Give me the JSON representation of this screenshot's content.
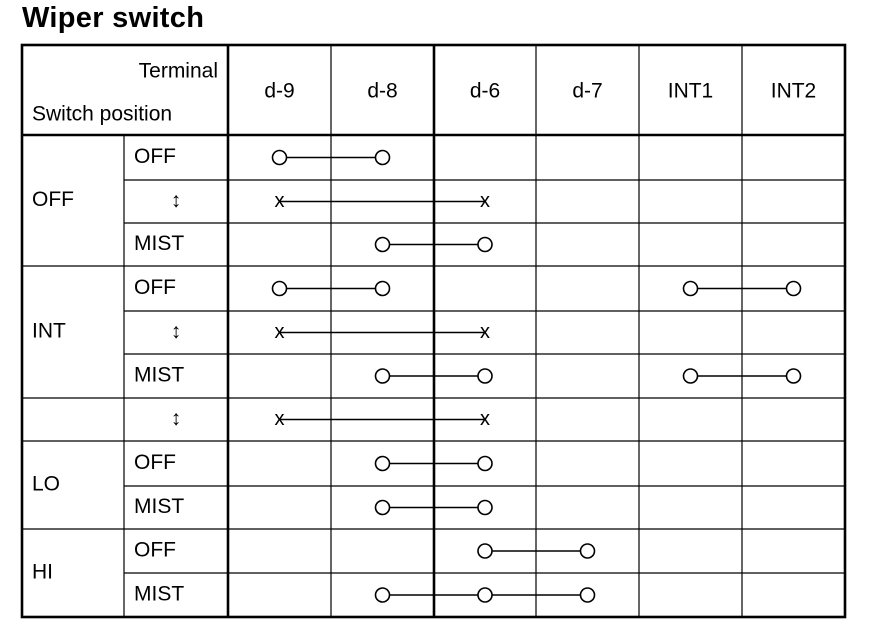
{
  "title": "Wiper switch",
  "header": {
    "terminal_label": "Terminal",
    "switch_position_label": "Switch position",
    "terminals": [
      "d-9",
      "d-8",
      "d-6",
      "d-7",
      "INT1",
      "INT2"
    ]
  },
  "groups": [
    {
      "label": "OFF",
      "rows": [
        0,
        1,
        2
      ]
    },
    {
      "label": "INT",
      "rows": [
        3,
        4,
        5
      ]
    },
    {
      "label": "",
      "rows": [
        6
      ]
    },
    {
      "label": "LO",
      "rows": [
        7,
        8
      ]
    },
    {
      "label": "HI",
      "rows": [
        9,
        10
      ]
    }
  ],
  "rows": [
    {
      "position": "OFF",
      "links": [
        {
          "type": "circle",
          "terminals": [
            0,
            1
          ]
        }
      ]
    },
    {
      "position": "↕",
      "links": [
        {
          "type": "cross",
          "terminals": [
            0,
            2
          ]
        }
      ]
    },
    {
      "position": "MIST",
      "links": [
        {
          "type": "circle",
          "terminals": [
            1,
            2
          ]
        }
      ]
    },
    {
      "position": "OFF",
      "links": [
        {
          "type": "circle",
          "terminals": [
            0,
            1
          ]
        },
        {
          "type": "circle",
          "terminals": [
            4,
            5
          ]
        }
      ]
    },
    {
      "position": "↕",
      "links": [
        {
          "type": "cross",
          "terminals": [
            0,
            2
          ]
        }
      ]
    },
    {
      "position": "MIST",
      "links": [
        {
          "type": "circle",
          "terminals": [
            1,
            2
          ]
        },
        {
          "type": "circle",
          "terminals": [
            4,
            5
          ]
        }
      ]
    },
    {
      "position": "↕",
      "links": [
        {
          "type": "cross",
          "terminals": [
            0,
            2
          ]
        }
      ]
    },
    {
      "position": "OFF",
      "links": [
        {
          "type": "circle",
          "terminals": [
            1,
            2
          ]
        }
      ]
    },
    {
      "position": "MIST",
      "links": [
        {
          "type": "circle",
          "terminals": [
            1,
            2
          ]
        }
      ]
    },
    {
      "position": "OFF",
      "links": [
        {
          "type": "circle",
          "terminals": [
            2,
            3
          ]
        }
      ]
    },
    {
      "position": "MIST",
      "links": [
        {
          "type": "circle",
          "terminals": [
            1,
            2,
            3
          ]
        }
      ]
    }
  ]
}
